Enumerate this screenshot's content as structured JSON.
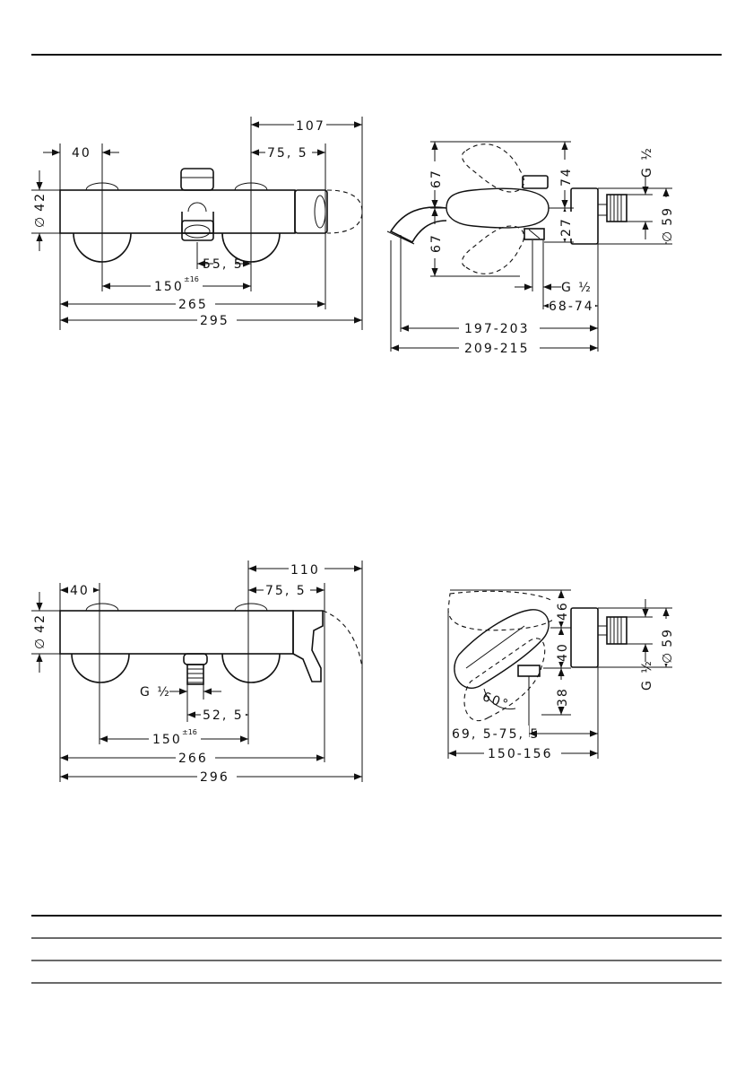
{
  "drawing_a_front": {
    "d40": "40",
    "d107": "107",
    "d75": "75, 5",
    "d42": "42",
    "d55": "55, 5",
    "d150": "150",
    "tol": "±16",
    "d265": "265",
    "d295": "295"
  },
  "drawing_a_side": {
    "d67a": "67",
    "d67b": "67",
    "d74": "74",
    "d27": "27",
    "gthread_right": "G ½",
    "d59": "59",
    "gthread_bottom": "G ½",
    "d68": "68-74",
    "d197": "197-203",
    "d209": "209-215"
  },
  "drawing_b_front": {
    "d40": "40",
    "d110": "110",
    "d75": "75, 5",
    "d42": "42",
    "gthread": "G ½",
    "d52": "52, 5",
    "d150": "150",
    "tol": "±16",
    "d266": "266",
    "d296": "296"
  },
  "drawing_b_side": {
    "d46": "46",
    "d40": "40",
    "d38": "38",
    "angle": "60°",
    "d59": "59",
    "gthread": "G ½",
    "d69": "69, 5-75, 5",
    "d150": "150-156"
  },
  "symbols": {
    "diameter": "∅"
  }
}
